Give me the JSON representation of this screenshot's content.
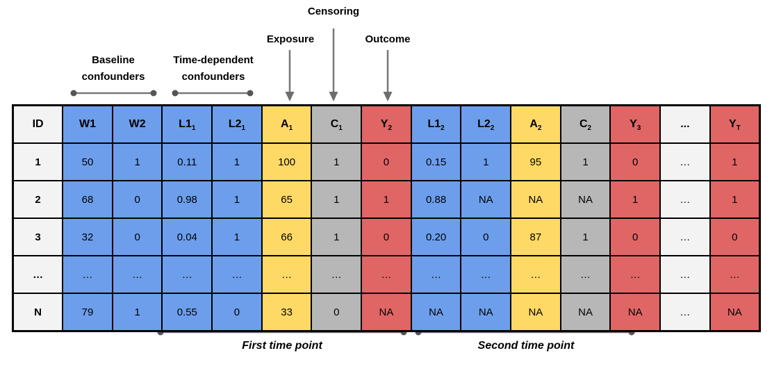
{
  "figure": {
    "top_labels": {
      "censoring": "Censoring",
      "exposure": "Exposure",
      "outcome": "Outcome",
      "baseline_confounders": "Baseline confounders",
      "time_dependent_confounders": "Time-dependent confounders"
    },
    "bottom_labels": {
      "first_time_point": "First time point",
      "second_time_point": "Second time point"
    },
    "colors": {
      "blue": "#6D9EEB",
      "yellow": "#FFD966",
      "gray": "#B7B7B7",
      "red": "#E06666",
      "neutral": "#F3F3F3",
      "annotation_line": "#777777",
      "annotation_dot": "#555555",
      "border": "#000000"
    },
    "table": {
      "columns": [
        {
          "base": "ID",
          "sub": "",
          "color": "neutral"
        },
        {
          "base": "W1",
          "sub": "",
          "color": "blue"
        },
        {
          "base": "W2",
          "sub": "",
          "color": "blue"
        },
        {
          "base": "L1",
          "sub": "1",
          "color": "blue"
        },
        {
          "base": "L2",
          "sub": "1",
          "color": "blue"
        },
        {
          "base": "A",
          "sub": "1",
          "color": "yellow"
        },
        {
          "base": "C",
          "sub": "1",
          "color": "gray"
        },
        {
          "base": "Y",
          "sub": "2",
          "color": "red"
        },
        {
          "base": "L1",
          "sub": "2",
          "color": "blue"
        },
        {
          "base": "L2",
          "sub": "2",
          "color": "blue"
        },
        {
          "base": "A",
          "sub": "2",
          "color": "yellow"
        },
        {
          "base": "C",
          "sub": "2",
          "color": "gray"
        },
        {
          "base": "Y",
          "sub": "3",
          "color": "red"
        },
        {
          "base": "...",
          "sub": "",
          "color": "neutral"
        },
        {
          "base": "Y",
          "sub": "T",
          "color": "red"
        }
      ],
      "rows": [
        [
          "1",
          "50",
          "1",
          "0.11",
          "1",
          "100",
          "1",
          "0",
          "0.15",
          "1",
          "95",
          "1",
          "0",
          "…",
          "1"
        ],
        [
          "2",
          "68",
          "0",
          "0.98",
          "1",
          "65",
          "1",
          "1",
          "0.88",
          "NA",
          "NA",
          "NA",
          "1",
          "…",
          "1"
        ],
        [
          "3",
          "32",
          "0",
          "0.04",
          "1",
          "66",
          "1",
          "0",
          "0.20",
          "0",
          "87",
          "1",
          "0",
          "…",
          "0"
        ],
        [
          "…",
          "…",
          "…",
          "…",
          "…",
          "…",
          "…",
          "…",
          "…",
          "…",
          "…",
          "…",
          "…",
          "…",
          "…"
        ],
        [
          "N",
          "79",
          "1",
          "0.55",
          "0",
          "33",
          "0",
          "NA",
          "NA",
          "NA",
          "NA",
          "NA",
          "NA",
          "…",
          "NA"
        ]
      ]
    }
  }
}
